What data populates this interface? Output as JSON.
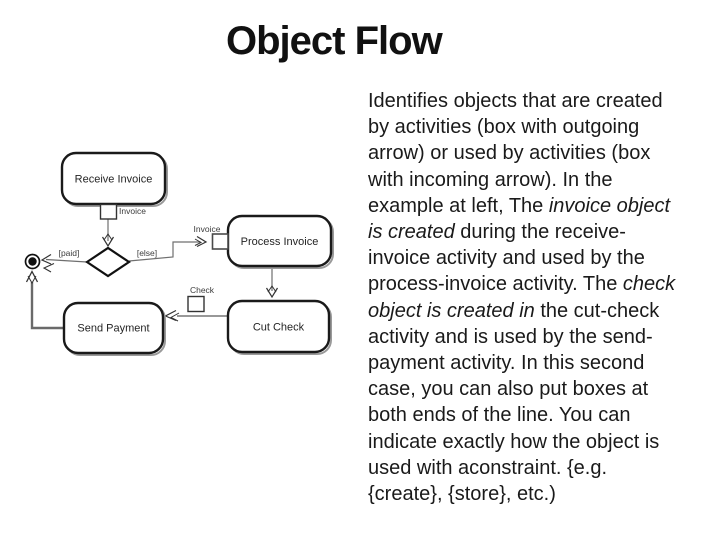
{
  "slide": {
    "title": "Object Flow",
    "colors": {
      "background": "#ffffff",
      "title_text": "#111111",
      "body_text": "#1a1a1a",
      "box_border": "#1a1a1a",
      "box_fill": "#ffffff",
      "box_shadow": "#9a9a9a",
      "connector": "#7d7d7d",
      "arrowhead": "#333333",
      "label_text": "#3c3c3c"
    },
    "body": {
      "lines": [
        [
          {
            "t": "Identifies objects that are created",
            "i": false
          }
        ],
        [
          {
            "t": "by activities (box with outgoing",
            "i": false
          }
        ],
        [
          {
            "t": "arrow) or used by activities (box",
            "i": false
          }
        ],
        [
          {
            "t": "with incoming arrow). In the",
            "i": false
          }
        ],
        [
          {
            "t": "example at left, The ",
            "i": false
          },
          {
            "t": "invoice object",
            "i": true
          }
        ],
        [
          {
            "t": "is created",
            "i": true
          },
          {
            "t": " during the receive-",
            "i": false
          }
        ],
        [
          {
            "t": "invoice activity and used by the",
            "i": false
          }
        ],
        [
          {
            "t": "process-invoice activity. The ",
            "i": false
          },
          {
            "t": "check",
            "i": true
          }
        ],
        [
          {
            "t": "object is created in",
            "i": true
          },
          {
            "t": " the cut-check",
            "i": false
          }
        ],
        [
          {
            "t": "activity and is used by the send-",
            "i": false
          }
        ],
        [
          {
            "t": "payment activity. In this second",
            "i": false
          }
        ],
        [
          {
            "t": "case, you can also put boxes at",
            "i": false
          }
        ],
        [
          {
            "t": "both ends of the line. You can",
            "i": false
          }
        ],
        [
          {
            "t": "indicate exactly how the object is",
            "i": false
          }
        ],
        [
          {
            "t": "used with aconstraint. {e.g.",
            "i": false
          }
        ],
        [
          {
            "t": "{create}, {store}, etc.)",
            "i": false
          }
        ]
      ]
    },
    "diagram": {
      "activities": [
        {
          "id": "receive-invoice",
          "label": "Receive Invoice"
        },
        {
          "id": "process-invoice",
          "label": "Process Invoice"
        },
        {
          "id": "cut-check",
          "label": "Cut Check"
        },
        {
          "id": "send-payment",
          "label": "Send Payment"
        }
      ],
      "objects": [
        {
          "id": "invoice-out",
          "label": "Invoice"
        },
        {
          "id": "invoice-in",
          "label": "Invoice"
        },
        {
          "id": "check",
          "label": "Check"
        }
      ],
      "guards": [
        {
          "id": "paid",
          "label": "[paid]"
        },
        {
          "id": "else",
          "label": "[else]"
        }
      ],
      "nodes": [
        {
          "id": "final-node",
          "type": "activity-final"
        }
      ]
    }
  }
}
